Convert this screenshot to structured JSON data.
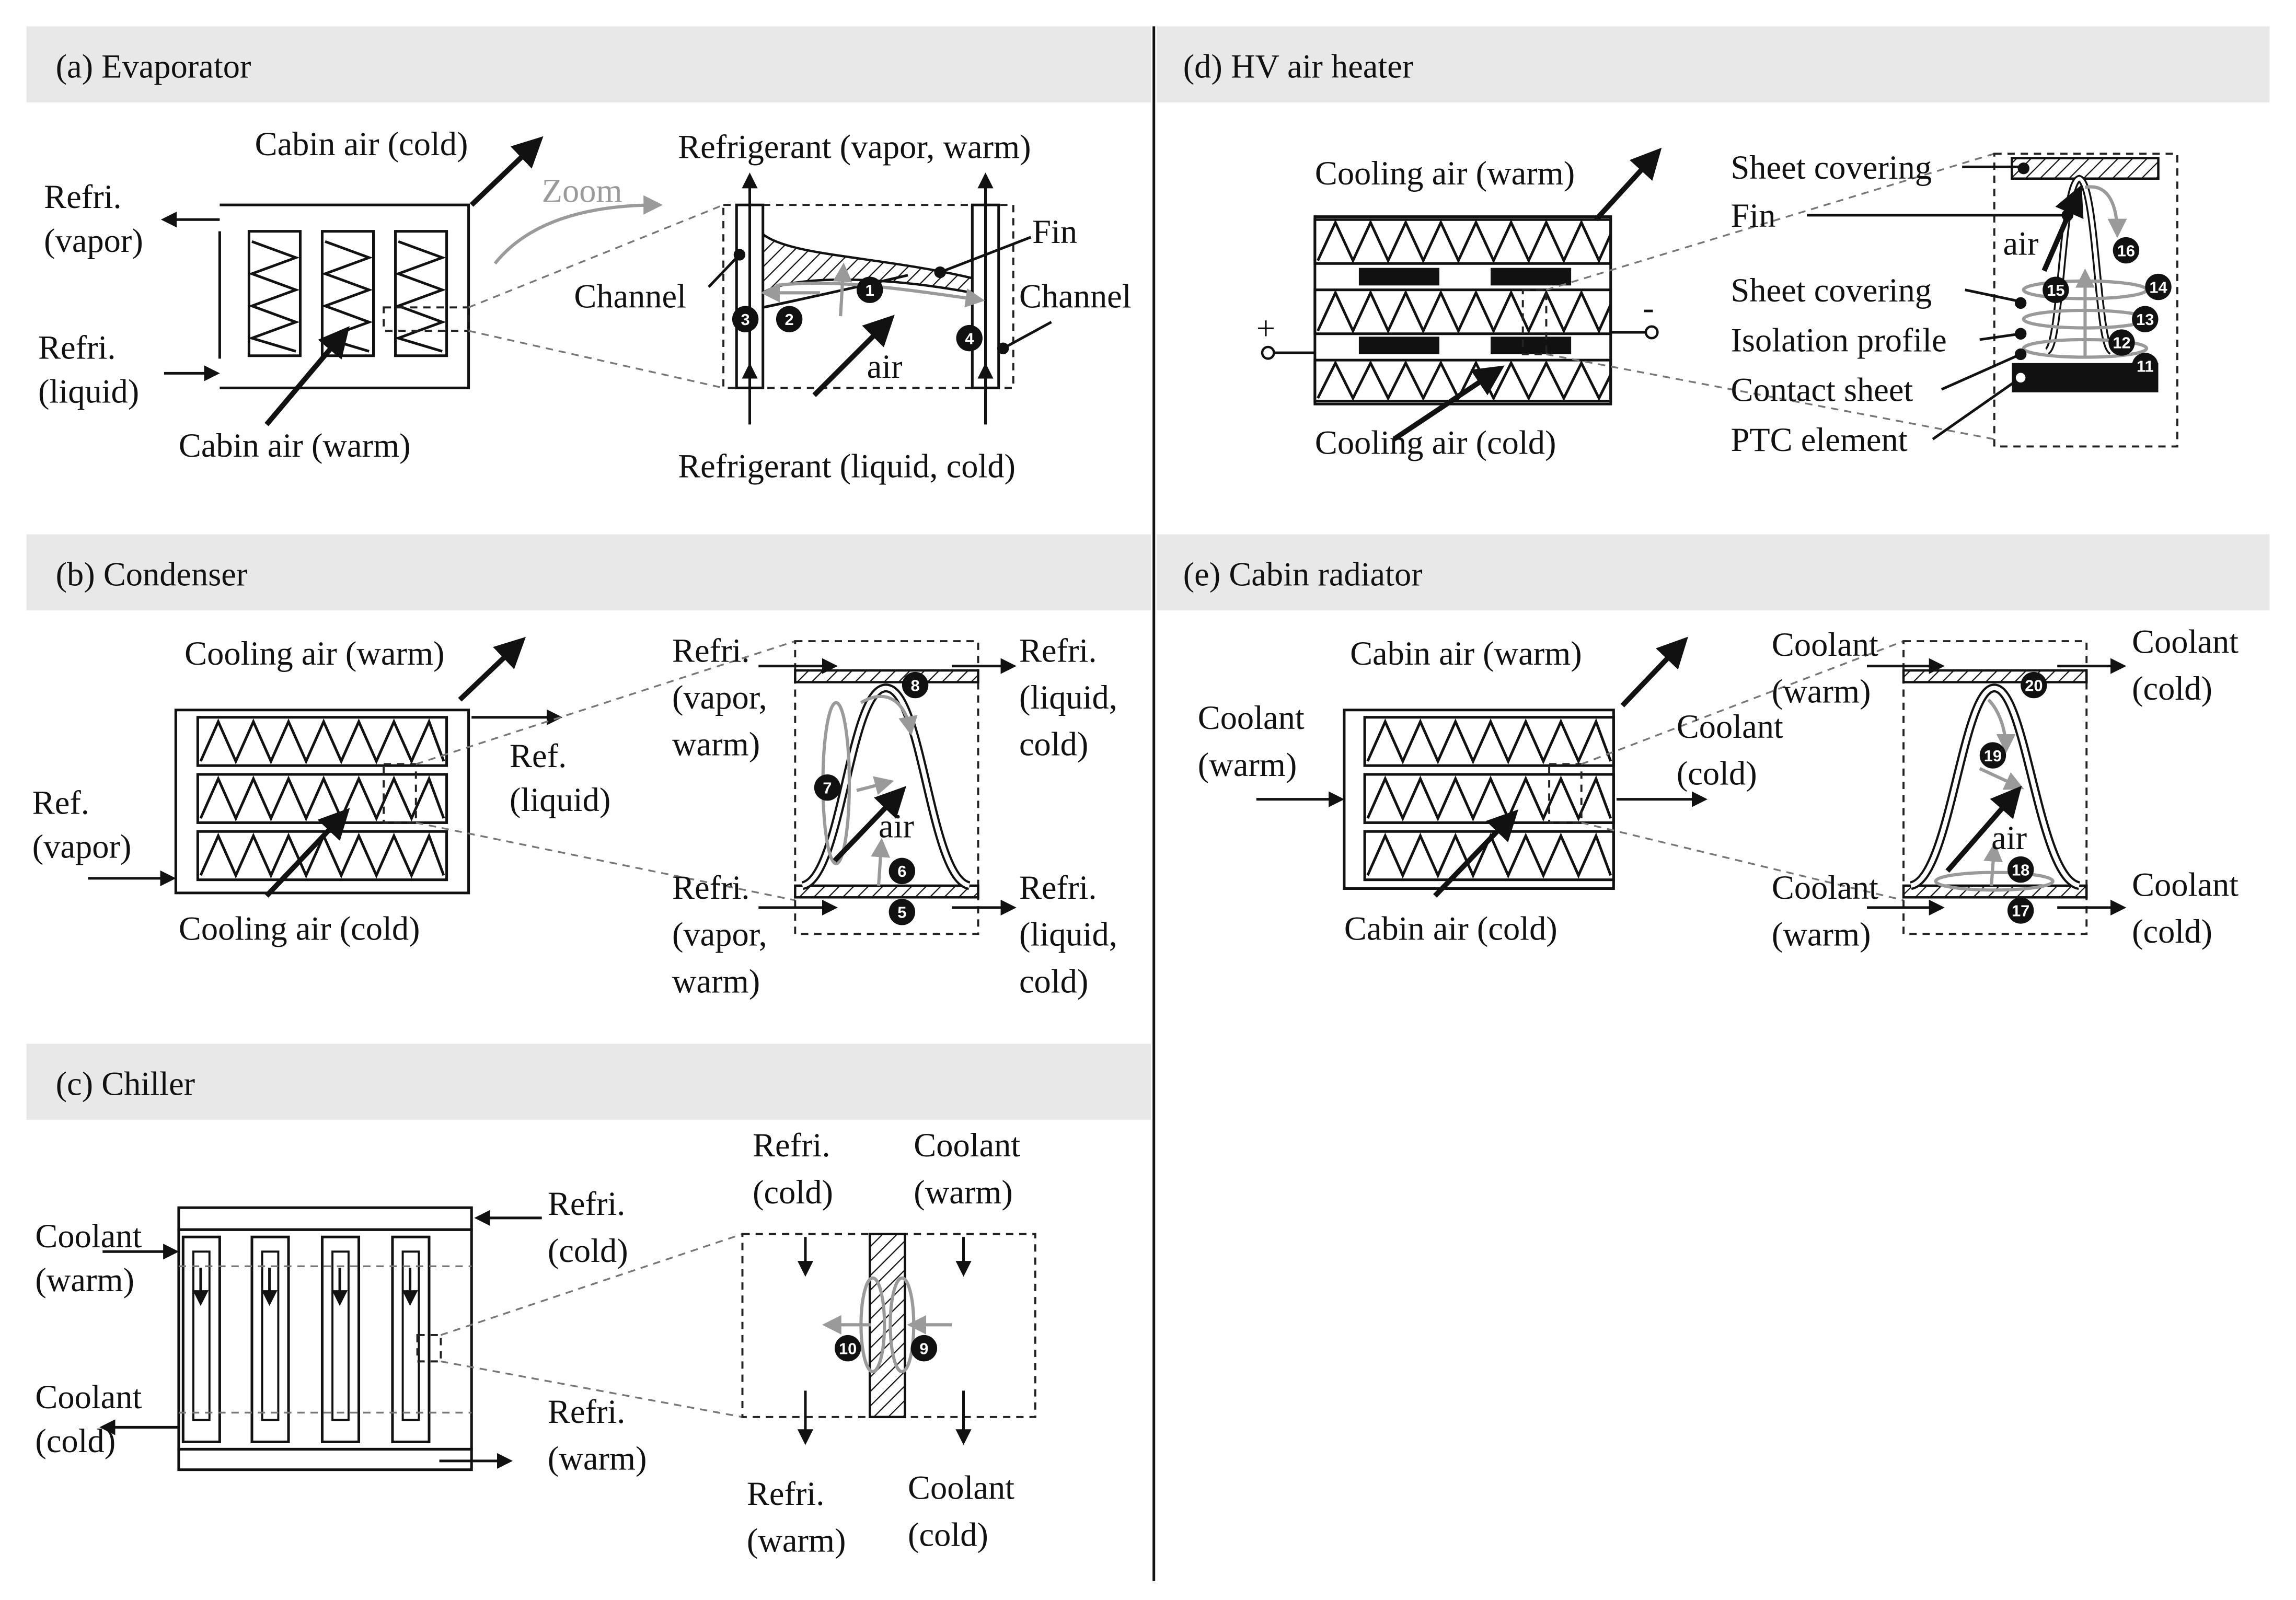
{
  "colors": {
    "header_bg": "#e8e8e8",
    "line": "#111111",
    "gray": "#9a9a9a"
  },
  "panels": {
    "a": {
      "title": "(a) Evaporator",
      "refri_vapor": [
        "Refri.",
        "(vapor)"
      ],
      "refri_liquid": [
        "Refri.",
        "(liquid)"
      ],
      "cabin_cold": "Cabin air (cold)",
      "cabin_warm": "Cabin air (warm)",
      "zoom": "Zoom",
      "ref_vapor_warm": "Refrigerant (vapor, warm)",
      "ref_liquid_cold": "Refrigerant (liquid, cold)",
      "fin": "Fin",
      "channel_left": "Channel",
      "channel_right": "Channel",
      "air": "air",
      "markers": [
        "1",
        "2",
        "3",
        "4"
      ]
    },
    "b": {
      "title": "(b) Condenser",
      "cool_warm": "Cooling air (warm)",
      "cool_cold": "Cooling air (cold)",
      "ref_vapor": [
        "Ref.",
        "(vapor)"
      ],
      "ref_liquid": [
        "Ref.",
        "(liquid)"
      ],
      "in_top": [
        "Refri.",
        "(vapor,",
        "warm)"
      ],
      "out_top": [
        "Refri.",
        "(liquid,",
        "cold)"
      ],
      "in_bot": [
        "Refri.",
        "(vapor,",
        "warm)"
      ],
      "out_bot": [
        "Refri.",
        "(liquid,",
        "cold)"
      ],
      "air": "air",
      "markers": [
        "5",
        "6",
        "7",
        "8"
      ]
    },
    "c": {
      "title": "(c) Chiller",
      "coolant_warm": [
        "Coolant",
        "(warm)"
      ],
      "coolant_cold": [
        "Coolant",
        "(cold)"
      ],
      "refri_cold": [
        "Refri.",
        "(cold)"
      ],
      "refri_warm": [
        "Refri.",
        "(warm)"
      ],
      "z_refri_cold": [
        "Refri.",
        "(cold)"
      ],
      "z_coolant_warm": [
        "Coolant",
        "(warm)"
      ],
      "z_refri_warm": [
        "Refri.",
        "(warm)"
      ],
      "z_coolant_cold": [
        "Coolant",
        "(cold)"
      ],
      "markers": [
        "9",
        "10"
      ]
    },
    "d": {
      "title": "(d) HV air heater",
      "cool_warm": "Cooling air (warm)",
      "cool_cold": "Cooling air (cold)",
      "plus": "+",
      "minus": "-",
      "sheet_covering_1": "Sheet covering",
      "fin": "Fin",
      "sheet_covering_2": "Sheet covering",
      "isolation_profile": "Isolation profile",
      "contact_sheet": "Contact sheet",
      "ptc_element": "PTC element",
      "air": "air",
      "markers": [
        "11",
        "12",
        "13",
        "14",
        "15",
        "16"
      ]
    },
    "e": {
      "title": "(e) Cabin radiator",
      "cabin_warm": "Cabin air (warm)",
      "cabin_cold": "Cabin air (cold)",
      "coolant_warm": [
        "Coolant",
        "(warm)"
      ],
      "coolant_cold": [
        "Coolant",
        "(cold)"
      ],
      "z_in_top": [
        "Coolant",
        "(warm)"
      ],
      "z_out_top": [
        "Coolant",
        "(cold)"
      ],
      "z_in_bot": [
        "Coolant",
        "(warm)"
      ],
      "z_out_bot": [
        "Coolant",
        "(cold)"
      ],
      "air": "air",
      "markers": [
        "17",
        "18",
        "19",
        "20"
      ]
    }
  }
}
